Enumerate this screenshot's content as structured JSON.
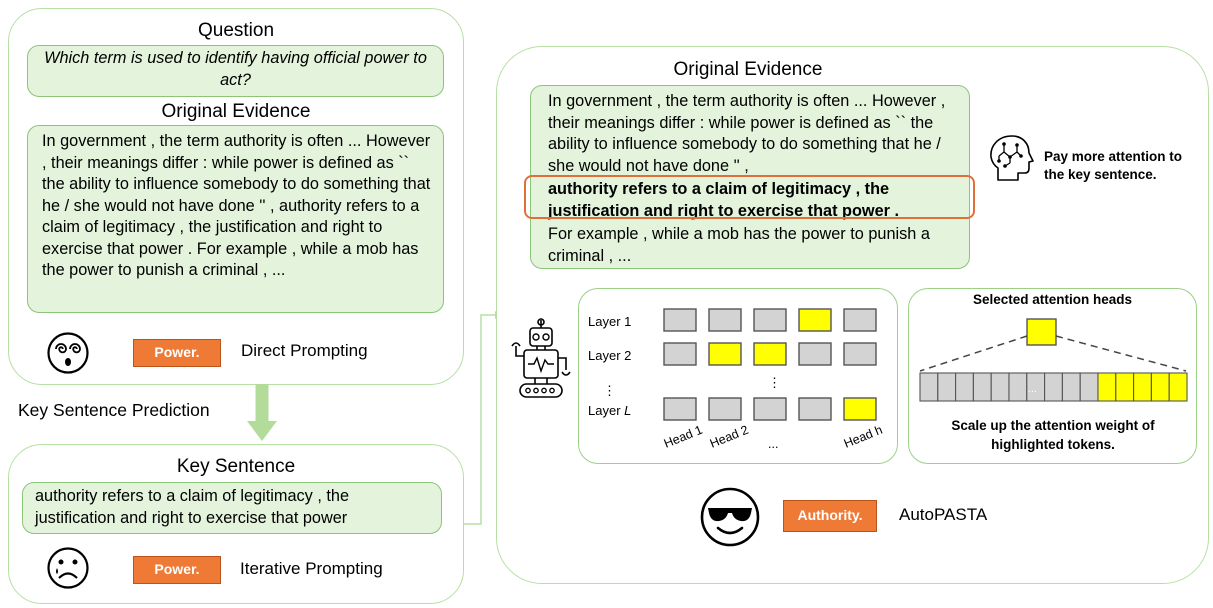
{
  "left": {
    "question_title": "Question",
    "question_text": "Which term is used to identify having official power to act?",
    "evidence_title": "Original Evidence",
    "evidence_text": "In government , the term authority is often ... However , their meanings differ : while power is defined as `` the ability to influence somebody to do something that he / she would not have done '' , authority refers to a claim of legitimacy , the justification and right to exercise that power . For example , while a mob has the power to punish a criminal , ...",
    "direct_answer": "Power.",
    "direct_label": "Direct Prompting",
    "arrow_label": "Key Sentence Prediction"
  },
  "keysent": {
    "title": "Key Sentence",
    "text": "authority refers to a claim of legitimacy , the justification and right to exercise that power",
    "answer": "Power.",
    "label": "Iterative Prompting"
  },
  "right": {
    "evidence_title": "Original Evidence",
    "evidence_pre": "In government , the term authority is often ... However , their meanings differ : while power is defined as `` the ability to influence somebody to do something that he / she would not have done '' ,",
    "evidence_key": "authority refers to a claim of legitimacy , the justification and right to exercise that power .",
    "evidence_post": "For example , while a mob has the power to punish a criminal , ...",
    "attention_note": "Pay more attention to the key sentence.",
    "layers": [
      "Layer 1",
      "Layer 2",
      "⋮",
      "Layer L"
    ],
    "heads": [
      "Head 1",
      "Head 2",
      "...",
      "Head h"
    ],
    "grid_dots": "⋮",
    "highlighted_heads": [
      [
        3
      ],
      [
        1,
        2
      ],
      [
        4
      ]
    ],
    "selected_title": "Selected attention heads",
    "token_dots": "...",
    "scale_text": "Scale up the attention weight of highlighted tokens.",
    "answer": "Authority.",
    "label": "AutoPASTA"
  },
  "colors": {
    "panel_border": "#b6dfa3",
    "box_fill": "#e4f3dc",
    "answer_fill": "#ee7a36",
    "highlight_yellow": "#ffff00",
    "cell_gray": "#d3d3d3",
    "key_outline": "#e0703a"
  }
}
